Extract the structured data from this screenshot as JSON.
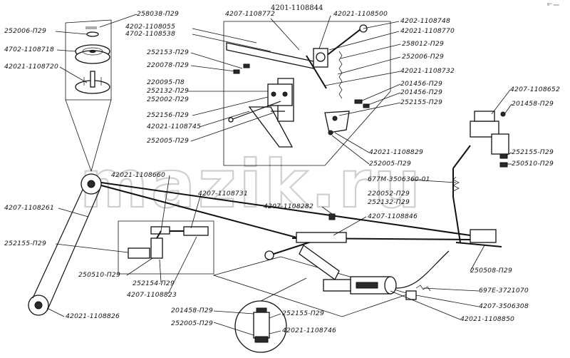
{
  "title": "4201-1108844",
  "corner_mark": "6ᵃˢ ₀₀₀₀",
  "watermark": "mazik.ru",
  "labels": {
    "l01": "258038-П29",
    "l02": "252006-П29",
    "l03": "4702-1108718",
    "l04": "42021-1108720",
    "l05": "4202-1108055",
    "l06": "4702-1108538",
    "l07": "4207-1108772",
    "l08": "42021-1108500",
    "l09": "4202-1108748",
    "l10": "42021-1108770",
    "l11": "252153-П29",
    "l12": "220078-П29",
    "l13": "258012-П29",
    "l14": "252006-П29",
    "l15": "220095-П8",
    "l16": "252132-П29",
    "l17": "252002-П29",
    "l18": "42021-1108732",
    "l19": "201456-П29",
    "l20": "201456-П29",
    "l21": "252155-П29",
    "l22": "4207-1108652",
    "l23": "201458-П29",
    "l24": "252156-П29",
    "l25": "42021-1108745",
    "l26": "252005-П29",
    "l27": "42021-1108829",
    "l28": "252005-П29",
    "l29": "252155-П29",
    "l30": "250510-П29",
    "l31": "42021-1108660",
    "l32": "4207-1108731",
    "l33": "677М-3506360-01",
    "l34": "220052-П29",
    "l35": "252132-П29",
    "l36": "4207-1108261",
    "l37": "4207-1108282",
    "l38": "4207-1108846",
    "l39": "252155-П29",
    "l40": "250510-П29",
    "l41": "252154-П29",
    "l42": "4207-1108823",
    "l43": "250508-П29",
    "l44": "697Е-3721070",
    "l45": "4207-3506308",
    "l46": "42021-1108826",
    "l47": "201458-П29",
    "l48": "252155-П29",
    "l49": "252005-П29",
    "l50": "42021-1108746",
    "l51": "42021-1108850"
  }
}
